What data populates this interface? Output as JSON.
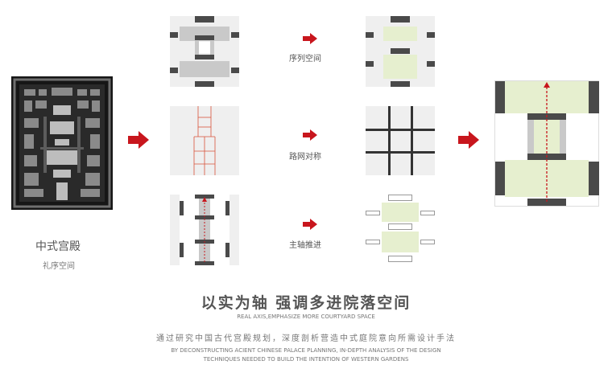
{
  "palace": {
    "title": "中式宫殿",
    "subtitle": "礼序空间"
  },
  "rows": [
    {
      "label": "序列空间"
    },
    {
      "label": "路网对称"
    },
    {
      "label": "主轴推进"
    }
  ],
  "headline": "以实为轴  强调多进院落空间",
  "headline_en": "REAL AXIS,EMPHASIZE MORE COURTYARD SPACE",
  "description_cn": "通过研究中国古代宫殿规划，深度剖析营造中式庭院意向所需设计手法",
  "description_en_line1": "BY DECONSTRUCTING ACIENT CHINESE PALACE PLANNING, IN-DEPTH ANALYSIS OF THE  DESIGN",
  "description_en_line2": "TECHNIQUES NEEDED TO BUILD THE INTENTION OF WESTERN  GARDENS",
  "colors": {
    "accent_red": "#c8161d",
    "dark_block": "#4a4a4a",
    "green_fill": "#e6efcf",
    "panel_bg": "#efefef"
  }
}
